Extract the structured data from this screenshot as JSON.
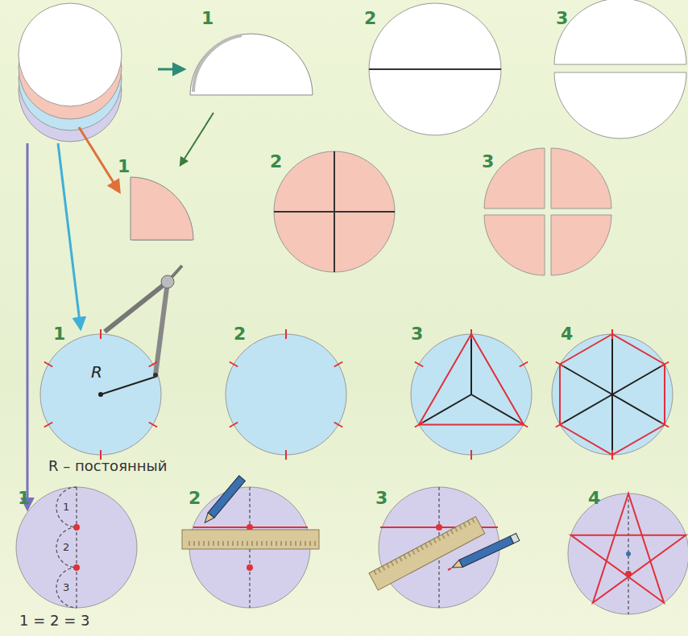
{
  "diagram": {
    "labels": [
      "1",
      "2",
      "3",
      "1",
      "2",
      "3",
      "1",
      "2",
      "3",
      "4",
      "R",
      "R – постоянный",
      "1",
      "2",
      "3",
      "4",
      "1",
      "2",
      "3",
      "1 = 2 = 3"
    ]
  }
}
